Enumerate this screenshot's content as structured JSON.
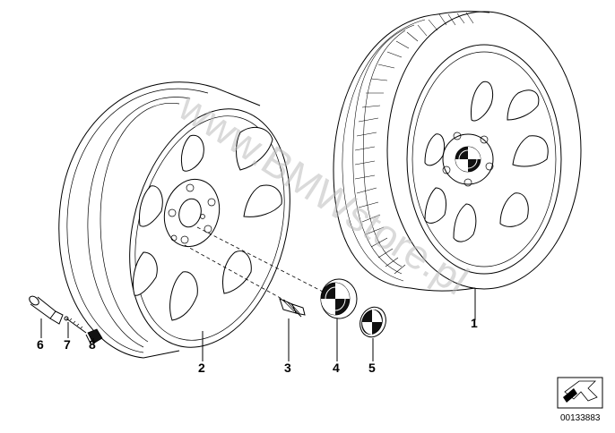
{
  "diagram": {
    "callouts": {
      "p1": "1",
      "p2": "2",
      "p3": "3",
      "p4": "4",
      "p5": "5",
      "p6": "6",
      "p7": "7",
      "p8": "8"
    },
    "watermark": "www.BMWstore.pl",
    "document_number": "00133883"
  }
}
